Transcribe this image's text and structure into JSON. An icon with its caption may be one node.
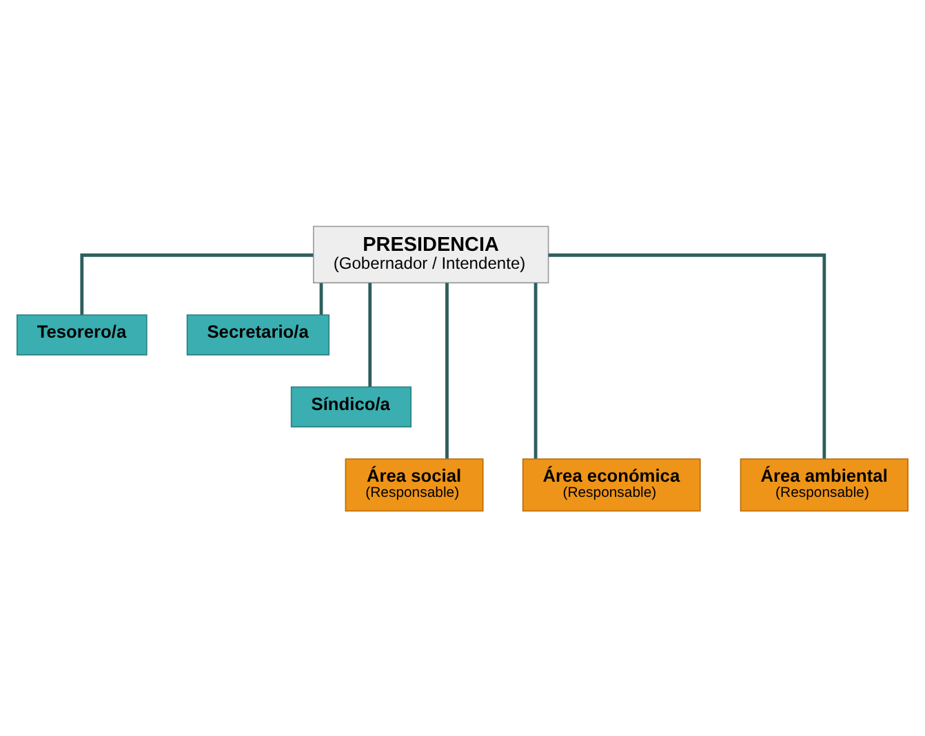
{
  "diagram": {
    "nodes": [
      {
        "text": [
          "PRESIDENCIA",
          "(Gobernador / Intendente)"
        ]
      },
      {
        "text": [
          "Tesorero/a"
        ]
      },
      {
        "text": [
          "Secretario/a"
        ]
      },
      {
        "text": [
          "Síndico/a"
        ]
      },
      {
        "text": [
          "Área social",
          "(Responsable)"
        ]
      },
      {
        "text": [
          "Área económica",
          "(Responsable)"
        ]
      },
      {
        "text": [
          "Área ambiental",
          "(Responsable)"
        ]
      }
    ],
    "edges": [
      {
        "from": 0,
        "to": 1,
        "arrow": "none"
      },
      {
        "from": 0,
        "to": 2,
        "arrow": "none"
      },
      {
        "from": 0,
        "to": 3,
        "arrow": "none"
      },
      {
        "from": 0,
        "to": 4,
        "arrow": "none"
      },
      {
        "from": 0,
        "to": 5,
        "arrow": "none"
      },
      {
        "from": 0,
        "to": 6,
        "arrow": "none"
      }
    ]
  }
}
